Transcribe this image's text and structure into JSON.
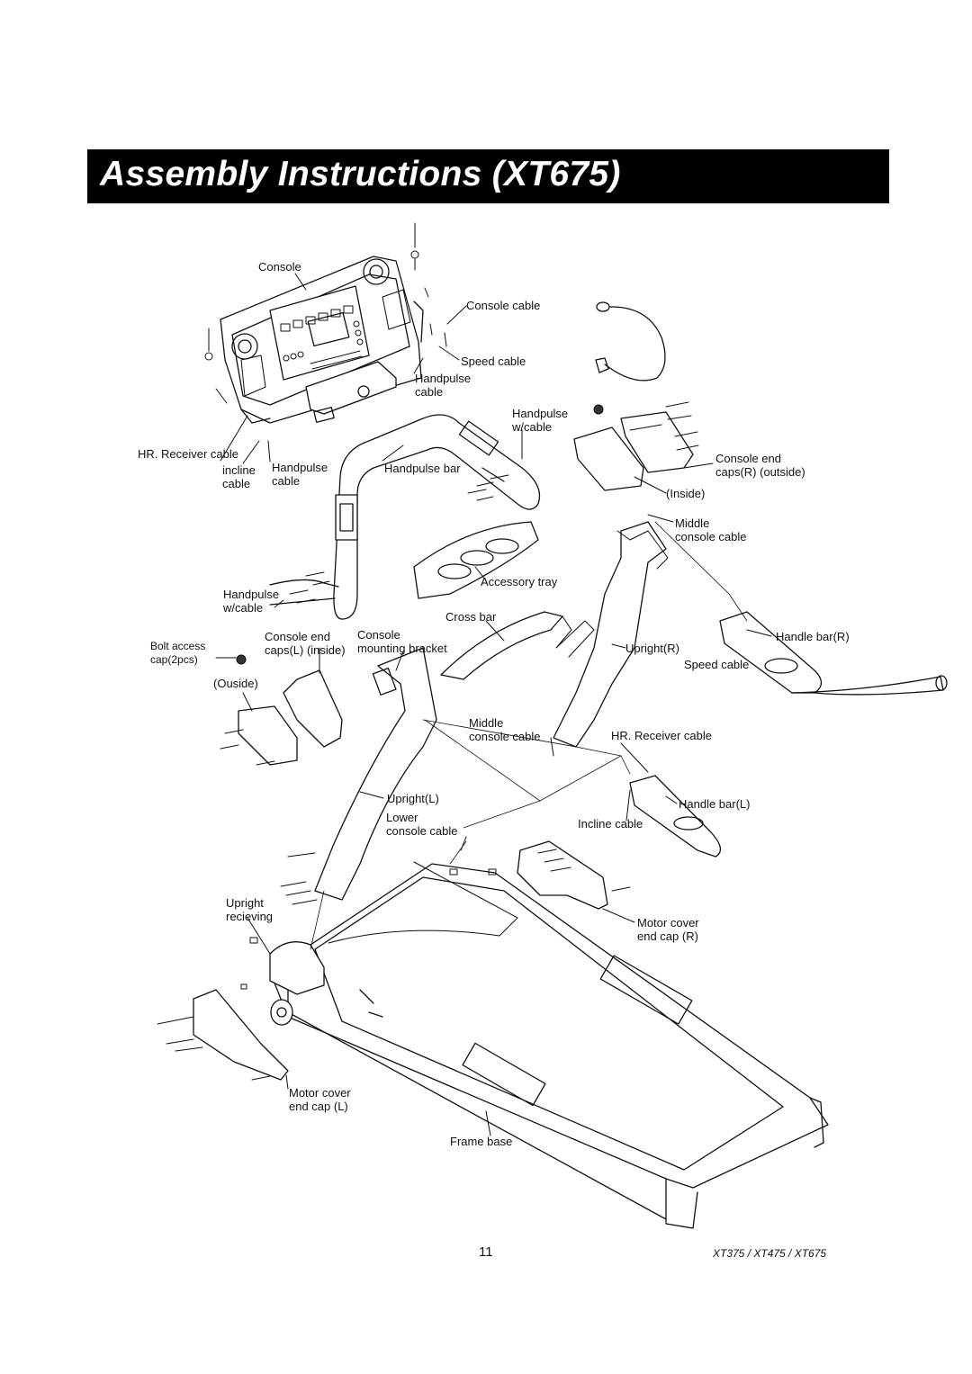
{
  "header": {
    "title": "Assembly Instructions (XT675)"
  },
  "labels": {
    "console": "Console",
    "console_cable": "Console cable",
    "speed_cable_top": "Speed cable",
    "handpulse_cable_top_1": "Handpulse",
    "handpulse_cable_top_2": "cable",
    "handpulse_wcable_r_1": "Handpulse",
    "handpulse_wcable_r_2": "w/cable",
    "hr_receiver_cable_top": "HR. Receiver cable",
    "incline_cable_top_1": "incline",
    "incline_cable_top_2": "cable",
    "handpulse_cable_left_1": "Handpulse",
    "handpulse_cable_left_2": "cable",
    "handpulse_bar": "Handpulse bar",
    "console_end_caps_r_1": "Console end",
    "console_end_caps_r_2": "caps(R) (outside)",
    "inside": "(Inside)",
    "middle_console_cable_r_1": "Middle",
    "middle_console_cable_r_2": "console cable",
    "accessory_tray": "Accessory tray",
    "handpulse_wcable_l_1": "Handpulse",
    "handpulse_wcable_l_2": "w/cable",
    "cross_bar": "Cross bar",
    "handle_bar_r": "Handle bar(R)",
    "bolt_access_cap_1": "Bolt access",
    "bolt_access_cap_2": "cap(2pcs)",
    "console_end_caps_l_1": "Console end",
    "console_end_caps_l_2": "caps(L) (inside)",
    "console_mounting_bracket_1": "Console",
    "console_mounting_bracket_2": "mounting bracket",
    "upright_r": "Upright(R)",
    "speed_cable_right": "Speed cable",
    "ouside": "(Ouside)",
    "middle_console_cable_l_1": "Middle",
    "middle_console_cable_l_2": "console cable",
    "hr_receiver_cable_right": "HR. Receiver cable",
    "upright_l": "Upright(L)",
    "lower_console_cable_1": "Lower",
    "lower_console_cable_2": "console cable",
    "handle_bar_l": "Handle bar(L)",
    "incline_cable_right": "Incline cable",
    "upright_recieving_1": "Upright",
    "upright_recieving_2": "recieving",
    "motor_cover_end_cap_r_1": "Motor cover",
    "motor_cover_end_cap_r_2": "end cap (R)",
    "motor_cover_end_cap_l_1": "Motor cover",
    "motor_cover_end_cap_l_2": "end cap (L)",
    "frame_base": "Frame base"
  },
  "footer": {
    "page_number": "11",
    "models": "XT375 / XT475 / XT675"
  }
}
